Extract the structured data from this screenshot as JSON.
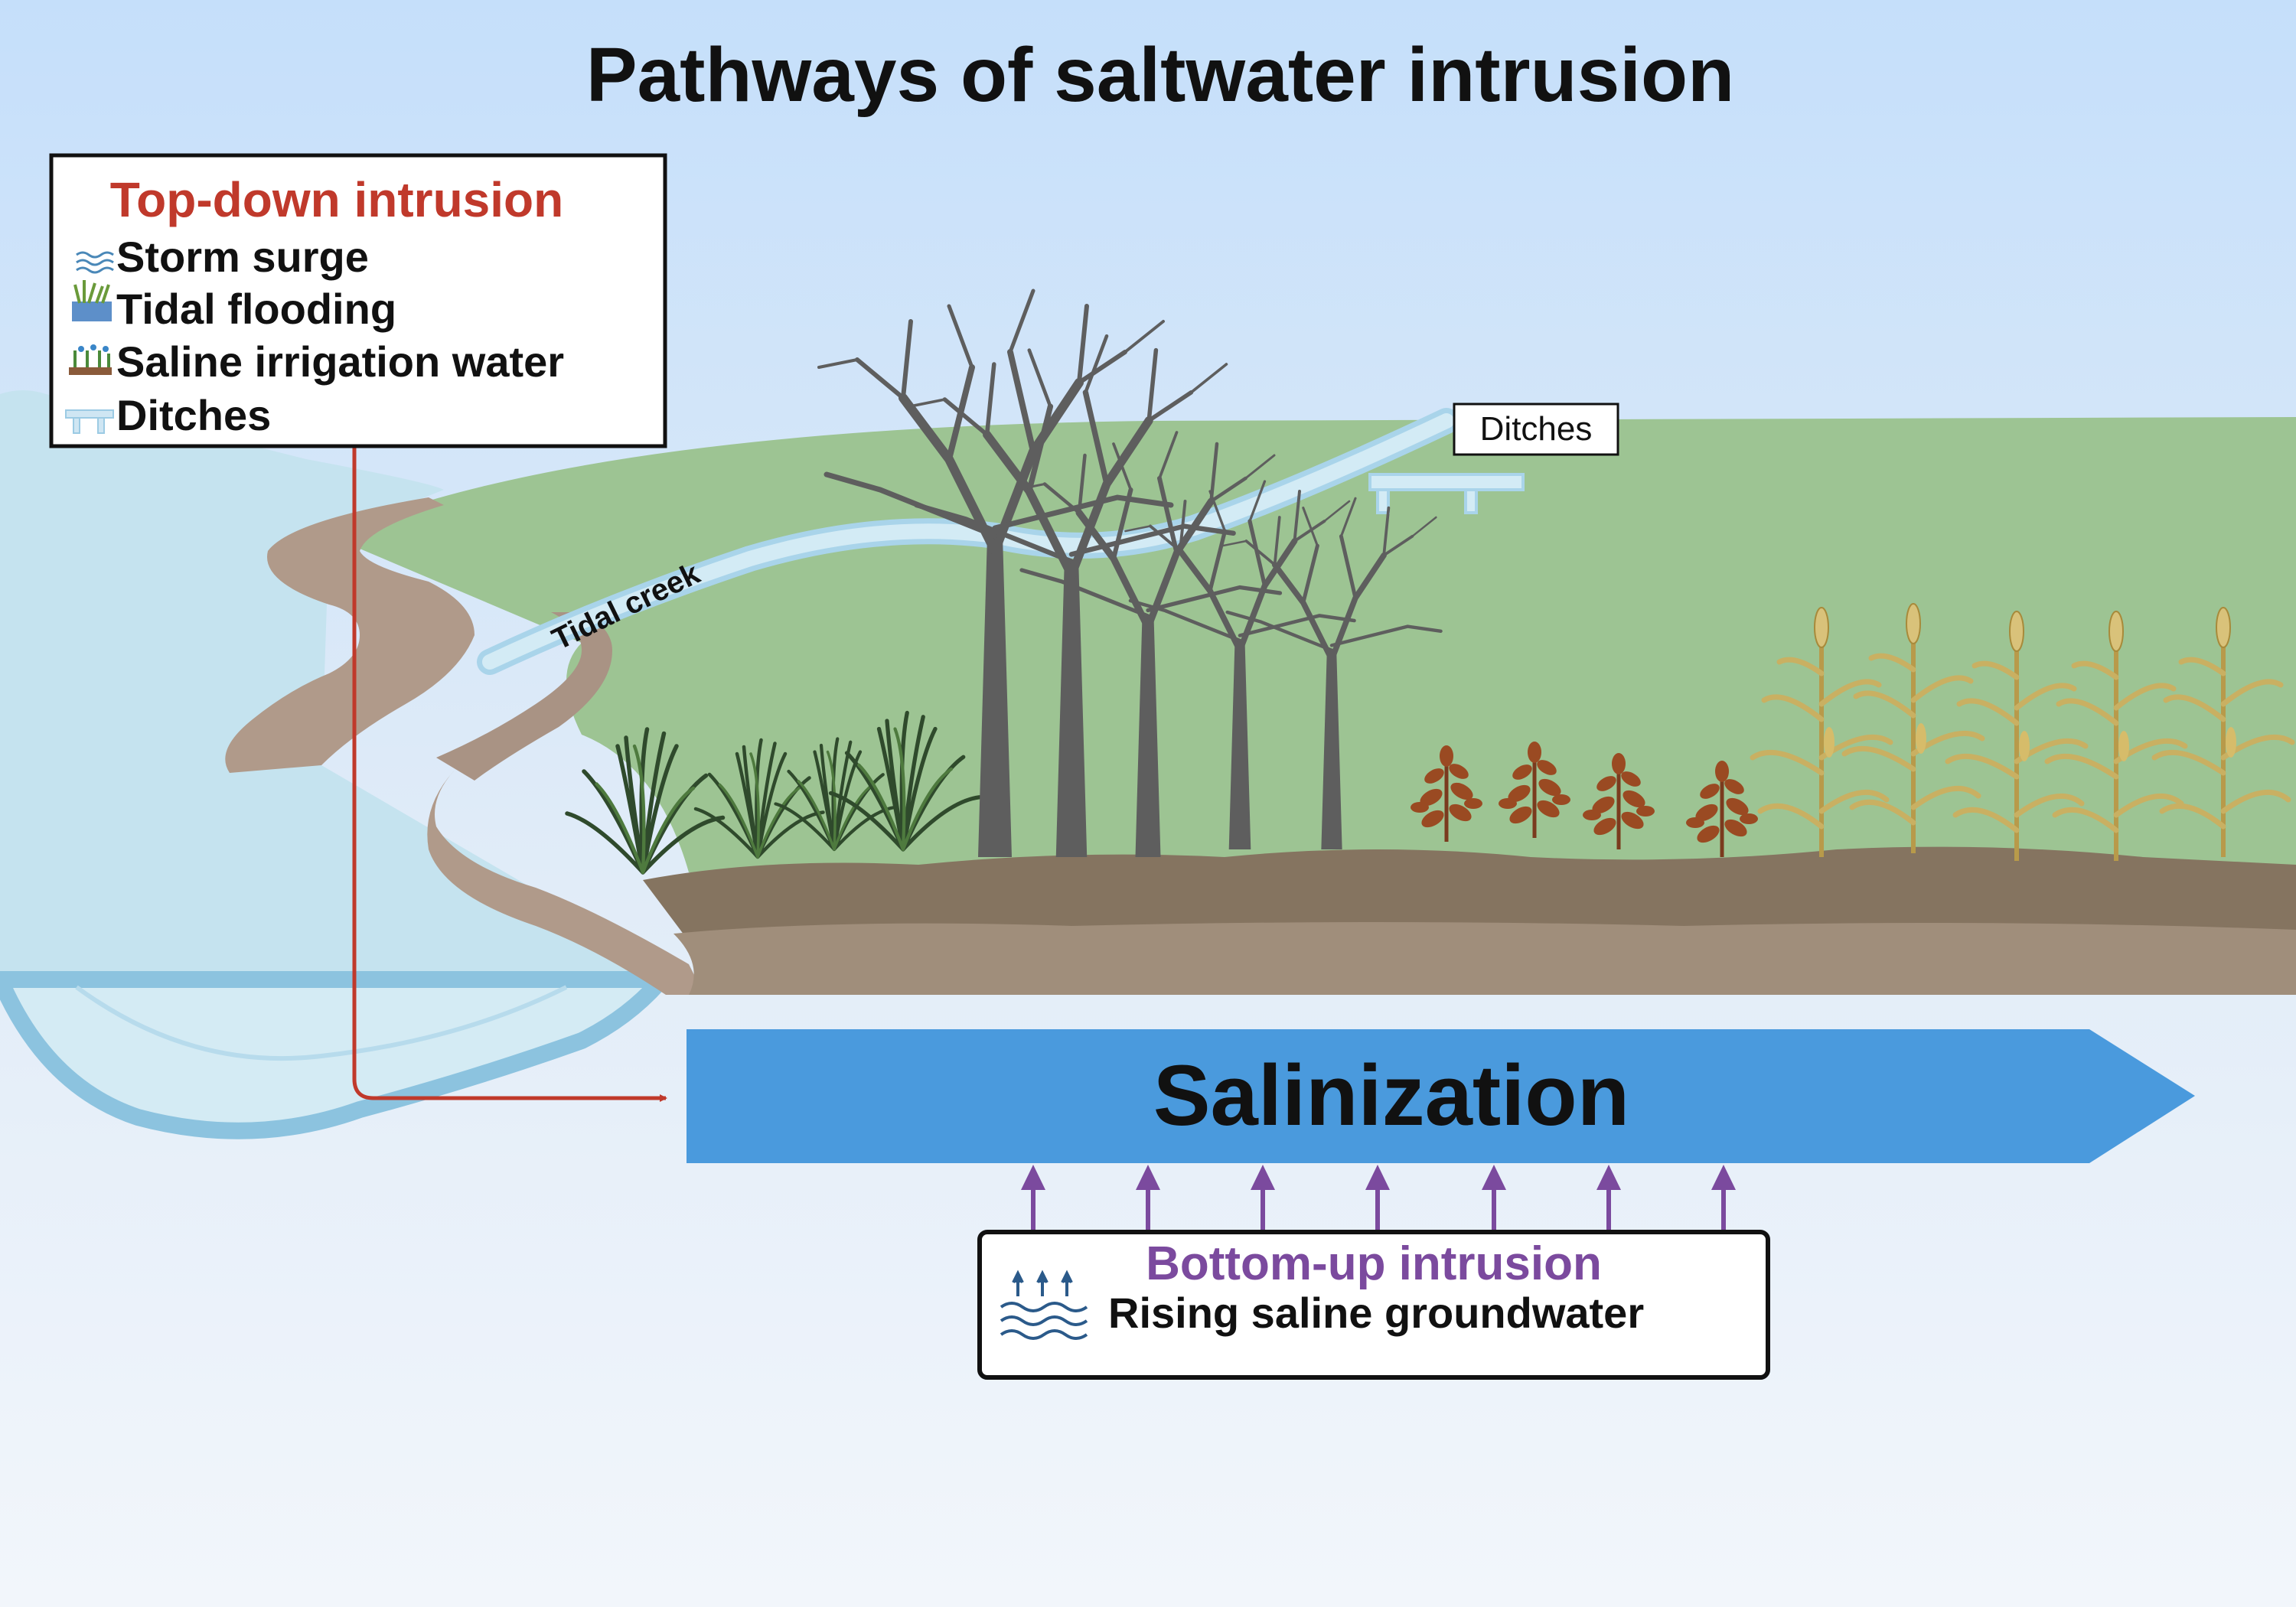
{
  "title": "Pathways of saltwater intrusion",
  "top_down": {
    "heading": "Top-down intrusion",
    "items": [
      {
        "label": "Storm surge",
        "icon": "storm-surge-icon"
      },
      {
        "label": "Tidal flooding",
        "icon": "tidal-flooding-icon"
      },
      {
        "label": "Saline irrigation water",
        "icon": "saline-irrigation-icon"
      },
      {
        "label": "Ditches",
        "icon": "ditches-icon"
      }
    ]
  },
  "scene": {
    "tidal_creek_label": "Tidal creek",
    "ditches_label": "Ditches"
  },
  "salinization_label": "Salinization",
  "bottom_up": {
    "heading": "Bottom-up intrusion",
    "item": {
      "label": "Rising saline groundwater",
      "icon": "rising-groundwater-icon"
    }
  },
  "colors": {
    "top_down": "#c0392b",
    "bottom_up": "#7b4a9e",
    "salinization_arrow": "#4a9add",
    "land": "#9dc493",
    "soil": "#8a7a66",
    "water": "#c9e6f2"
  }
}
